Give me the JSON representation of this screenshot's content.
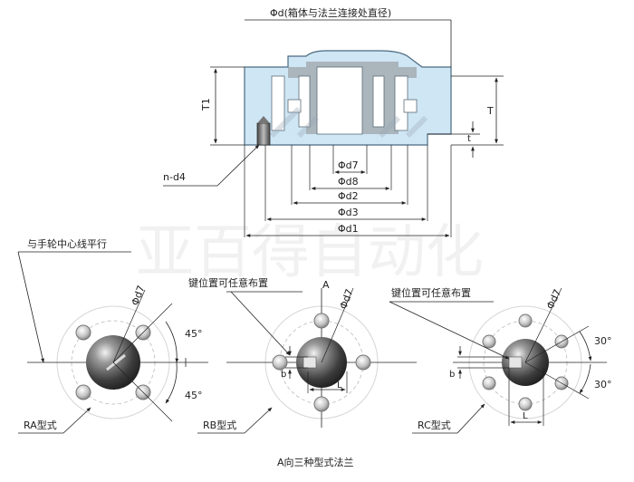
{
  "labels": {
    "top_diameter": "Φd(箱体与法兰连接处直径)",
    "T1": "T1",
    "T": "T",
    "t": "t",
    "n_d4": "n-d4",
    "d7": "Φd7",
    "d8": "Φd8",
    "d2": "Φd2",
    "d3": "Φd3",
    "d1": "Φd1",
    "parallel_note": "与手轮中心线平行",
    "keyway_note_b": "键位置可任意布置",
    "keyway_note_c": "键位置可任意布置",
    "view_A": "A",
    "ra_d7": "Φd7",
    "rb_d7": "Φd7",
    "rc_d7": "Φd7",
    "angle_45_top": "45°",
    "angle_45_bottom": "45°",
    "angle_30_top": "30°",
    "angle_30_bottom": "30°",
    "b_rb": "b",
    "L_rb": "L",
    "b_rc": "b",
    "L_rc": "L",
    "RA": "RA型式",
    "RB": "RB型式",
    "RC": "RC型式",
    "caption": "A向三种型式法兰",
    "watermark": "亚百得自动化"
  },
  "colors": {
    "body_fill": "#cfe6f5",
    "body_stroke": "#4a6a80",
    "metal_gray": "#6a6a6a",
    "line": "#222222"
  }
}
